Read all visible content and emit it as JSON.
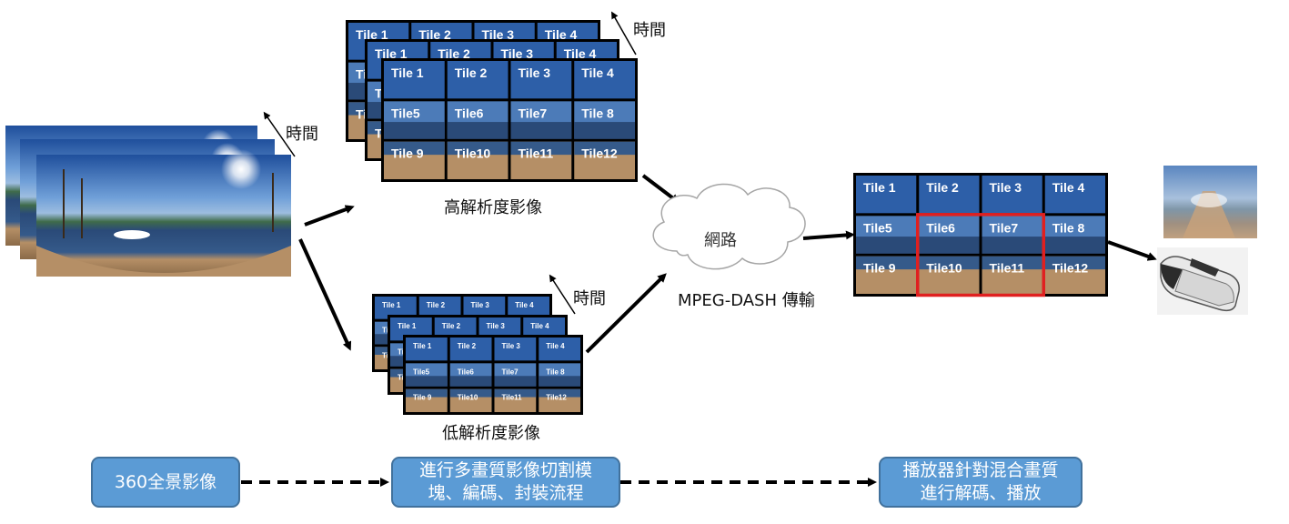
{
  "time_label": "時間",
  "high_res": {
    "caption": "高解析度影像",
    "tiles": [
      "Tile 1",
      "Tile 2",
      "Tile 3",
      "Tile 4",
      "Tile5",
      "Tile6",
      "Tile7",
      "Tile 8",
      "Tile 9",
      "Tile10",
      "Tile11",
      "Tile12"
    ]
  },
  "low_res": {
    "caption": "低解析度影像",
    "tiles": [
      "Tile 1",
      "Tile 2",
      "Tile 3",
      "Tile 4",
      "Tile5",
      "Tile6",
      "Tile7",
      "Tile 8",
      "Tile 9",
      "Tile10",
      "Tile11",
      "Tile12"
    ]
  },
  "network": {
    "cloud_label": "網路",
    "transport_label": "MPEG-DASH 傳輸"
  },
  "mixed": {
    "tiles": [
      "Tile 1",
      "Tile 2",
      "Tile 3",
      "Tile 4",
      "Tile5",
      "Tile6",
      "Tile7",
      "Tile 8",
      "Tile 9",
      "Tile10",
      "Tile11",
      "Tile12"
    ],
    "highlight_tiles": [
      "Tile6",
      "Tile7",
      "Tile10",
      "Tile11"
    ],
    "highlight_color": "#e02020"
  },
  "process": {
    "step1": "360全景影像",
    "step2_line1": "進行多畫質影像切割模",
    "step2_line2": "塊、編碼、封裝流程",
    "step3_line1": "播放器針對混合畫質",
    "step3_line2": "進行解碼、播放"
  },
  "colors": {
    "box_fill": "#5b9bd5",
    "box_border": "#41719c",
    "sky": "#2d5fa8",
    "water": "#2a4a78",
    "dock": "#b58f66"
  }
}
